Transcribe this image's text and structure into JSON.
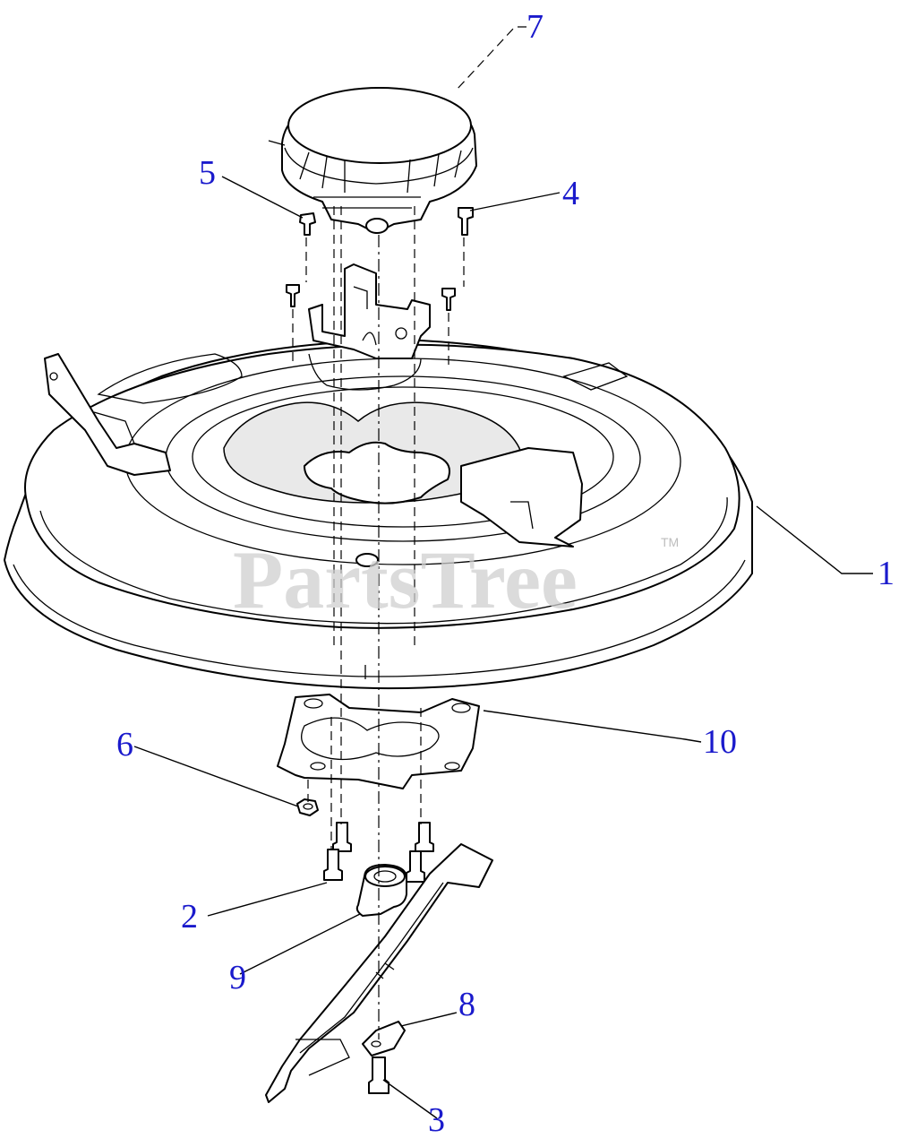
{
  "watermark": {
    "text": "PartsTree",
    "trademark": "TM"
  },
  "callouts": [
    {
      "id": "1",
      "label": "1"
    },
    {
      "id": "2",
      "label": "2"
    },
    {
      "id": "3",
      "label": "3"
    },
    {
      "id": "4",
      "label": "4"
    },
    {
      "id": "5",
      "label": "5"
    },
    {
      "id": "6",
      "label": "6"
    },
    {
      "id": "7",
      "label": "7"
    },
    {
      "id": "8",
      "label": "8"
    },
    {
      "id": "9",
      "label": "9"
    },
    {
      "id": "10",
      "label": "10"
    }
  ],
  "colors": {
    "callout": "#1a1acc",
    "line": "#000000",
    "watermark": "#cfcfcf"
  }
}
